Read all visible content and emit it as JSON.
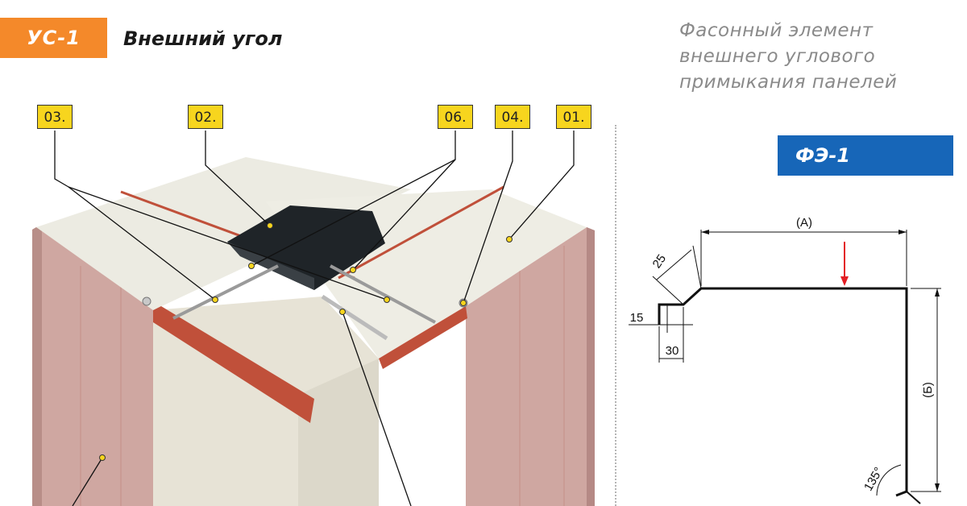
{
  "header": {
    "code": "УС-1",
    "title": "Внешний угол"
  },
  "description": {
    "lines": [
      "Фасонный элемент",
      "внешнего углового",
      "примыкания панелей"
    ]
  },
  "part_badge": "ФЭ-1",
  "callouts": [
    "03.",
    "02.",
    "06.",
    "04.",
    "01."
  ],
  "dimensions": {
    "a": "(А)",
    "b": "(Б)",
    "d25": "25",
    "d15": "15",
    "d30": "30",
    "angle": "135°"
  },
  "colors": {
    "orange": "#f4892a",
    "blue": "#1766b8",
    "callout_yellow": "#f7d51e",
    "panel_red": "#c0503a",
    "arrow_red": "#e31e24"
  }
}
